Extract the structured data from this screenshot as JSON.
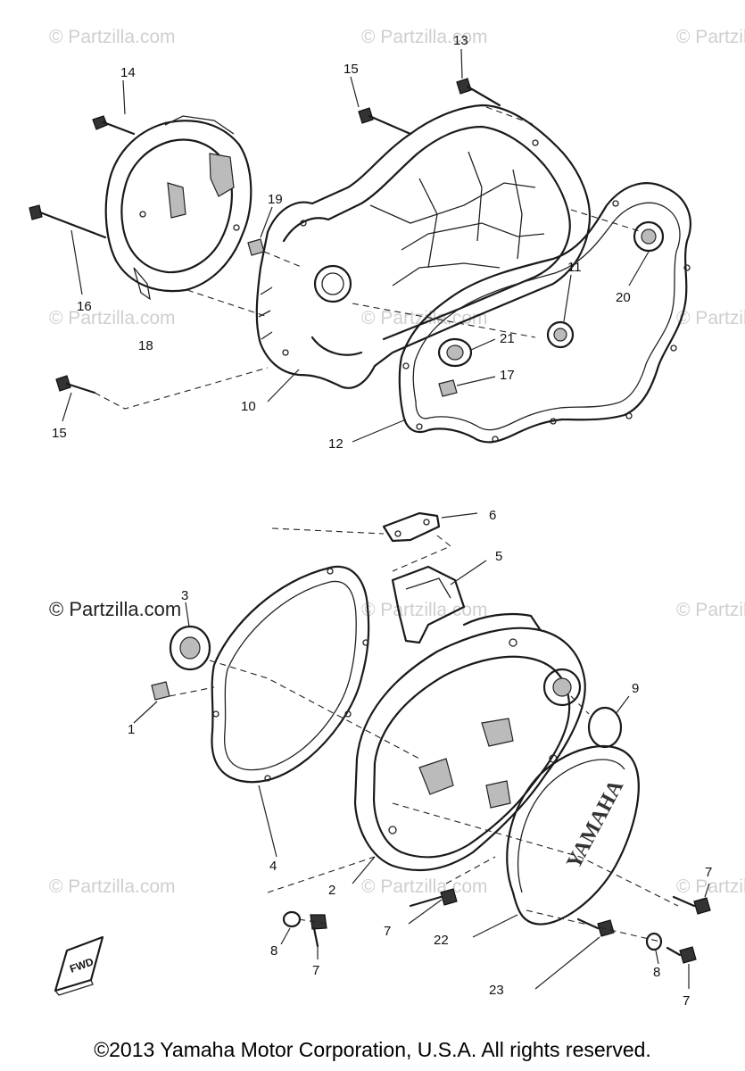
{
  "watermark": "© Partzilla.com",
  "watermark_prominent": "© Partzilla.com",
  "stamp_text": "YAMAHA",
  "fwd_label": "FWD",
  "copyright": "©2013 Yamaha Motor Corporation, U.S.A. All rights reserved.",
  "callouts": {
    "c13": "13",
    "c14": "14",
    "c15a": "15",
    "c15b": "15",
    "c16": "16",
    "c18": "18",
    "c19": "19",
    "c10": "10",
    "c11": "11",
    "c12": "12",
    "c17": "17",
    "c20": "20",
    "c21": "21",
    "c6": "6",
    "c5": "5",
    "c3": "3",
    "c1": "1",
    "c9": "9",
    "c4": "4",
    "c2": "2",
    "c7a": "7",
    "c7b": "7",
    "c7c": "7",
    "c7d": "7",
    "c8a": "8",
    "c8b": "8",
    "c22": "22",
    "c23": "23"
  }
}
